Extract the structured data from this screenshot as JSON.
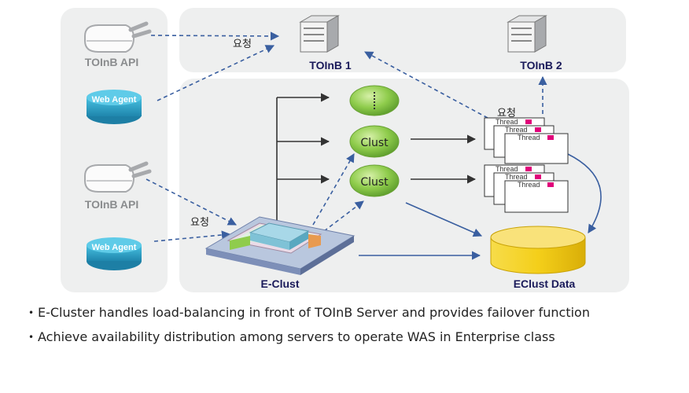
{
  "diagram": {
    "clients_top": {
      "api_label": "TOInB API",
      "agent_label": "Web Agent"
    },
    "clients_bottom": {
      "api_label": "TOInB API",
      "agent_label": "Web Agent"
    },
    "request_label": "요청",
    "servers": [
      {
        "label": "TOInB 1"
      },
      {
        "label": "TOInB 2"
      }
    ],
    "cluster_nodes": [
      {
        "label": ""
      },
      {
        "label": "Clust"
      },
      {
        "label": "Clust"
      }
    ],
    "threads": {
      "label": "Thread",
      "accent": "#e0007a"
    },
    "eclust_label": "E-Clust",
    "database_label": "EClust Data"
  },
  "bullets": [
    "E-Cluster handles load-balancing in front of TOInB Server and provides failover function",
    "Achieve availability distribution among servers to operate WAS in Enterprise class"
  ],
  "colors": {
    "panel_bg": "#eeefef",
    "arrow_blue": "#3a5fa0",
    "node_green": "#7ac142",
    "agent_blue": "#2aa6c8",
    "db_yellow": "#f4cf1a"
  }
}
